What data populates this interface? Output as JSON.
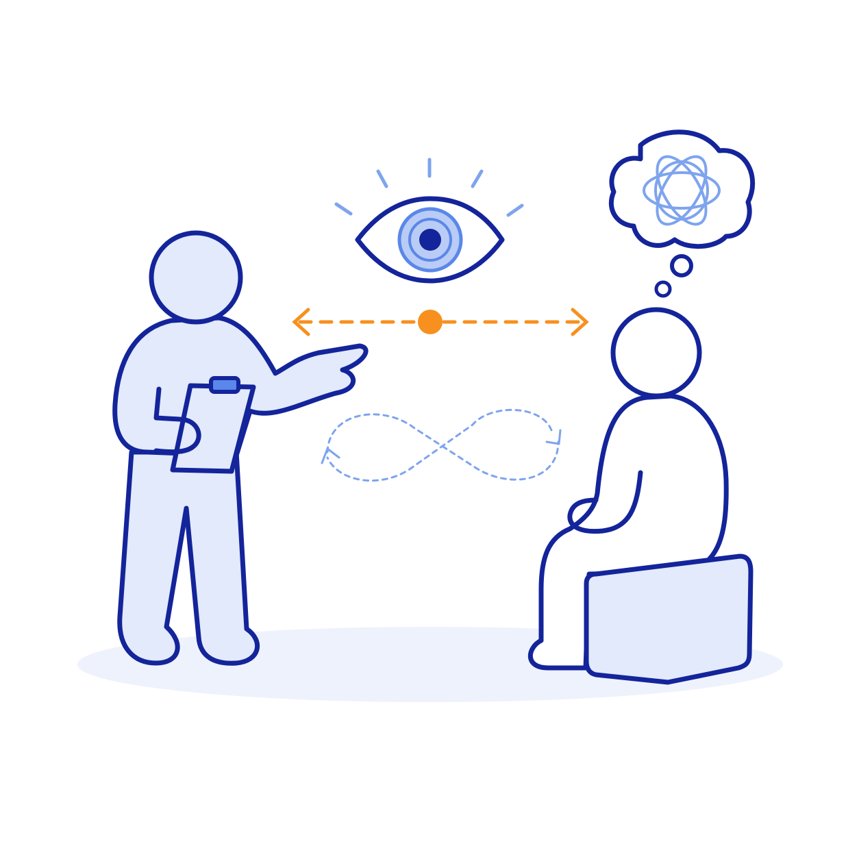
{
  "palette": {
    "outline": "#14249a",
    "fill": "#e2eafb",
    "ground": "#eef2fc",
    "accent": "#f7901e",
    "soft": "#7ea4ee",
    "iris": "#b9ccf6",
    "background": "#ffffff"
  },
  "icons": {
    "observer": "person-standing-pointing",
    "clipboard": "clipboard-icon",
    "subject": "person-sitting",
    "seat": "cube-seat",
    "eye": "eye-icon",
    "thought": "thought-bubble-icon",
    "mind": "atom-tangle-icon",
    "connection": "double-arrow-with-dot",
    "loop": "infinity-loop-arrows"
  }
}
